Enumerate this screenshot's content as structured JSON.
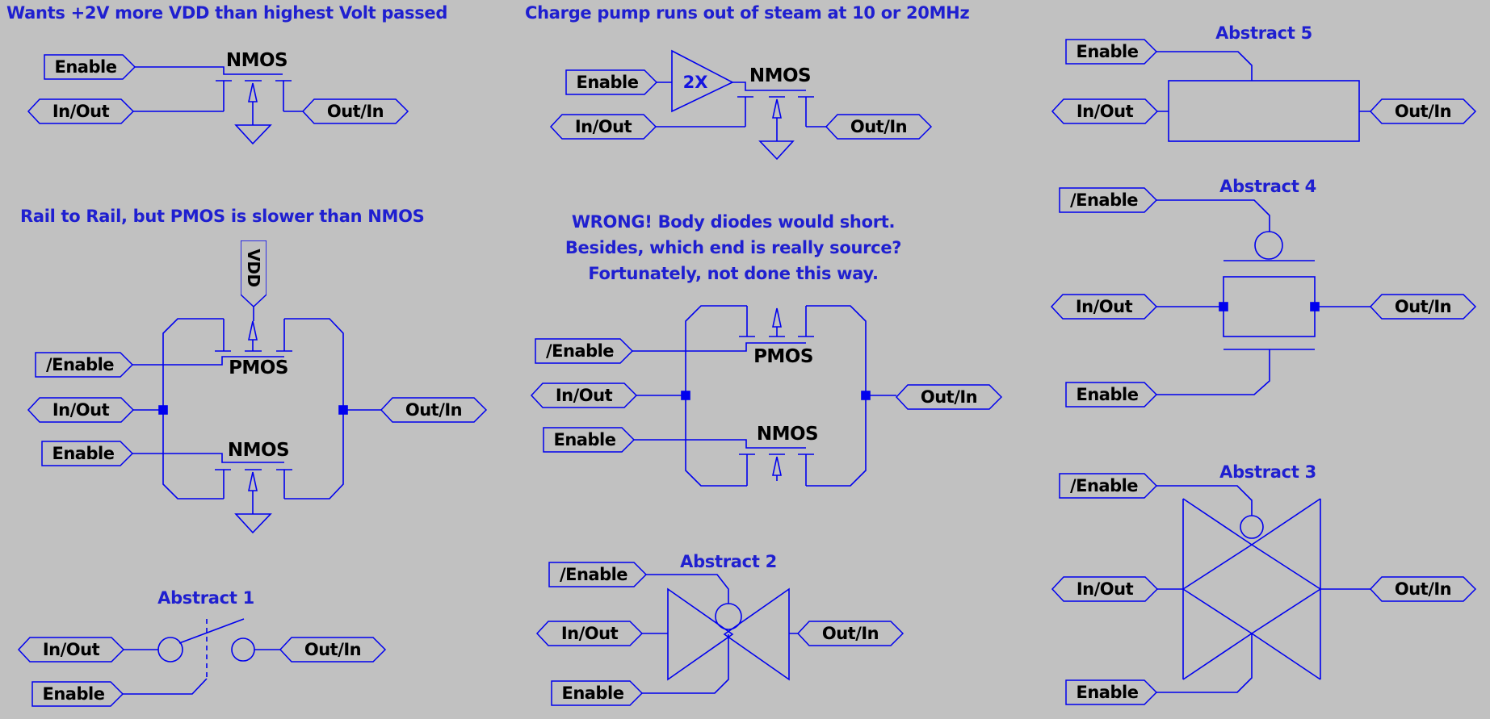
{
  "colors": {
    "background": "#c1c1c1",
    "wire": "#0000ee",
    "title_text": "#1f1fd0",
    "label_text": "#000000"
  },
  "panels": {
    "p1": {
      "title": "Wants +2V more VDD than highest Volt passed",
      "device": "NMOS",
      "flags": {
        "enable": "Enable",
        "in_out": "In/Out",
        "out_in": "Out/In"
      }
    },
    "p2": {
      "title": "Charge pump runs out of steam at 10 or 20MHz",
      "buffer": "2X",
      "device": "NMOS",
      "flags": {
        "enable": "Enable",
        "in_out": "In/Out",
        "out_in": "Out/In"
      }
    },
    "p3": {
      "title": "Abstract 5",
      "flags": {
        "enable": "Enable",
        "in_out": "In/Out",
        "out_in": "Out/In"
      }
    },
    "p4": {
      "title": "Rail to Rail, but PMOS is slower than NMOS",
      "supply": "VDD",
      "device_top": "PMOS",
      "device_bottom": "NMOS",
      "flags": {
        "n_enable": "/Enable",
        "in_out": "In/Out",
        "enable": "Enable",
        "out_in": "Out/In"
      }
    },
    "p5": {
      "title_lines": [
        "WRONG! Body diodes would short.",
        "Besides, which end is really source?",
        "Fortunately, not done this way."
      ],
      "device_top": "PMOS",
      "device_bottom": "NMOS",
      "flags": {
        "n_enable": "/Enable",
        "in_out": "In/Out",
        "enable": "Enable",
        "out_in": "Out/In"
      }
    },
    "p6": {
      "title": "Abstract 4",
      "flags": {
        "n_enable": "/Enable",
        "in_out": "In/Out",
        "enable": "Enable",
        "out_in": "Out/In"
      }
    },
    "p7": {
      "title": "Abstract 1",
      "flags": {
        "in_out": "In/Out",
        "enable": "Enable",
        "out_in": "Out/In"
      }
    },
    "p8": {
      "title": "Abstract 2",
      "flags": {
        "n_enable": "/Enable",
        "in_out": "In/Out",
        "enable": "Enable",
        "out_in": "Out/In"
      }
    },
    "p9": {
      "title": "Abstract 3",
      "flags": {
        "n_enable": "/Enable",
        "in_out": "In/Out",
        "enable": "Enable",
        "out_in": "Out/In"
      }
    }
  }
}
